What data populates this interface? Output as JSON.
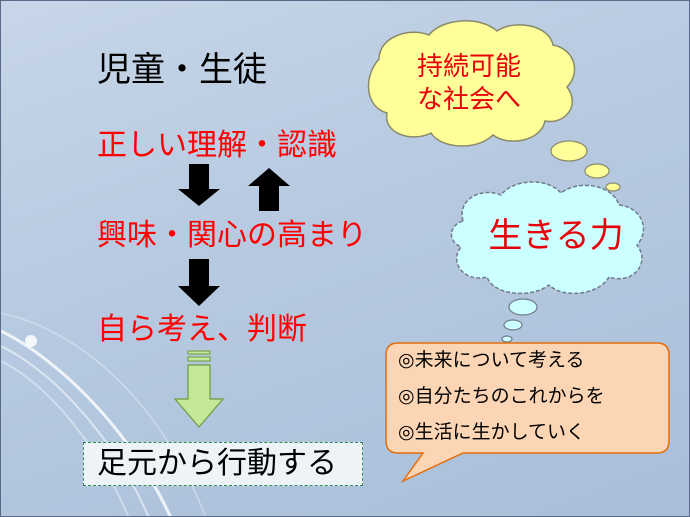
{
  "heading": "児童・生徒",
  "steps": [
    "正しい理解・認識",
    "興味・関心の高まり",
    "自ら考え、判断"
  ],
  "action": "足元から行動する",
  "thought_top": [
    "持続可能",
    "な社会へ"
  ],
  "thought_mid": "生きる力",
  "speech": [
    "◎未来について考える",
    "◎自分たちのこれからを",
    "◎生活に生かしていく"
  ],
  "colors": {
    "red_text": "#ff0000",
    "cloud_yellow": "#ffff99",
    "cloud_cyan": "#ccffff",
    "speech_fill": "#fcd5b5",
    "speech_border": "#e46c0a",
    "hollow_arrow": "#c4e79a",
    "box_border": "#2e8b57"
  }
}
